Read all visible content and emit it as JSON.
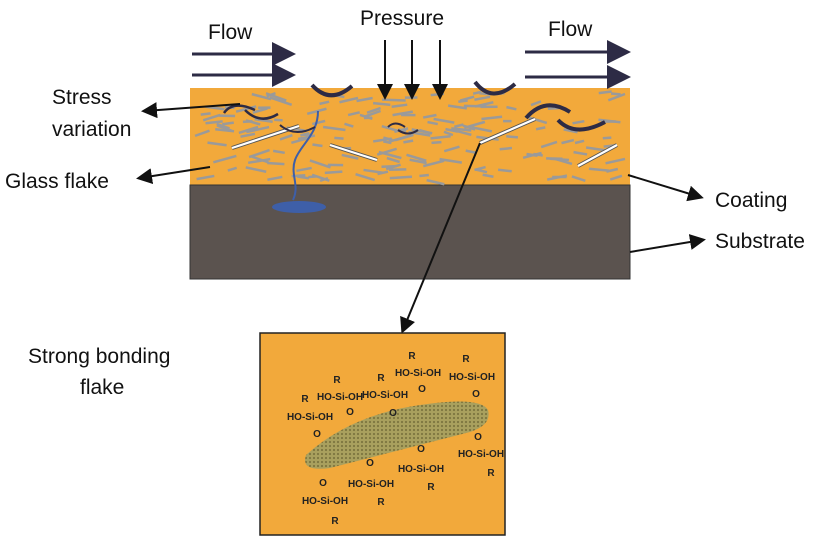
{
  "labels": {
    "flow_left": "Flow",
    "flow_right": "Flow",
    "pressure": "Pressure",
    "stress_line1": "Stress",
    "stress_line2": "variation",
    "glass_flake": "Glass flake",
    "coating": "Coating",
    "substrate": "Substrate",
    "bonding_line1": "Strong bonding",
    "bonding_line2": "flake"
  },
  "inset": {
    "groups_top": [
      {
        "r": "R",
        "si": "HO-Si-OH",
        "o": "O"
      },
      {
        "r": "R",
        "si": "HO-Si-OH",
        "o": "O"
      },
      {
        "r": "R",
        "si": "HO-Si-OH",
        "o": "O"
      },
      {
        "r": "R",
        "si": "HO-Si-OH",
        "o": "O"
      },
      {
        "r": "R",
        "si": "HO-Si-OH",
        "o": "O"
      }
    ],
    "groups_bottom": [
      {
        "o": "O",
        "si": "HO-Si-OH",
        "r": "R"
      },
      {
        "o": "O",
        "si": "HO-Si-OH",
        "r": "R"
      },
      {
        "o": "O",
        "si": "HO-Si-OH",
        "r": "R"
      },
      {
        "o": "O",
        "si": "HO-Si-OH",
        "r": "R"
      }
    ]
  },
  "colors": {
    "coating": "#f2a93b",
    "substrate": "#5b534f",
    "arrow": "#2d2b45",
    "flake": "#9a9a9a",
    "droplet": "#3e5fa8"
  }
}
